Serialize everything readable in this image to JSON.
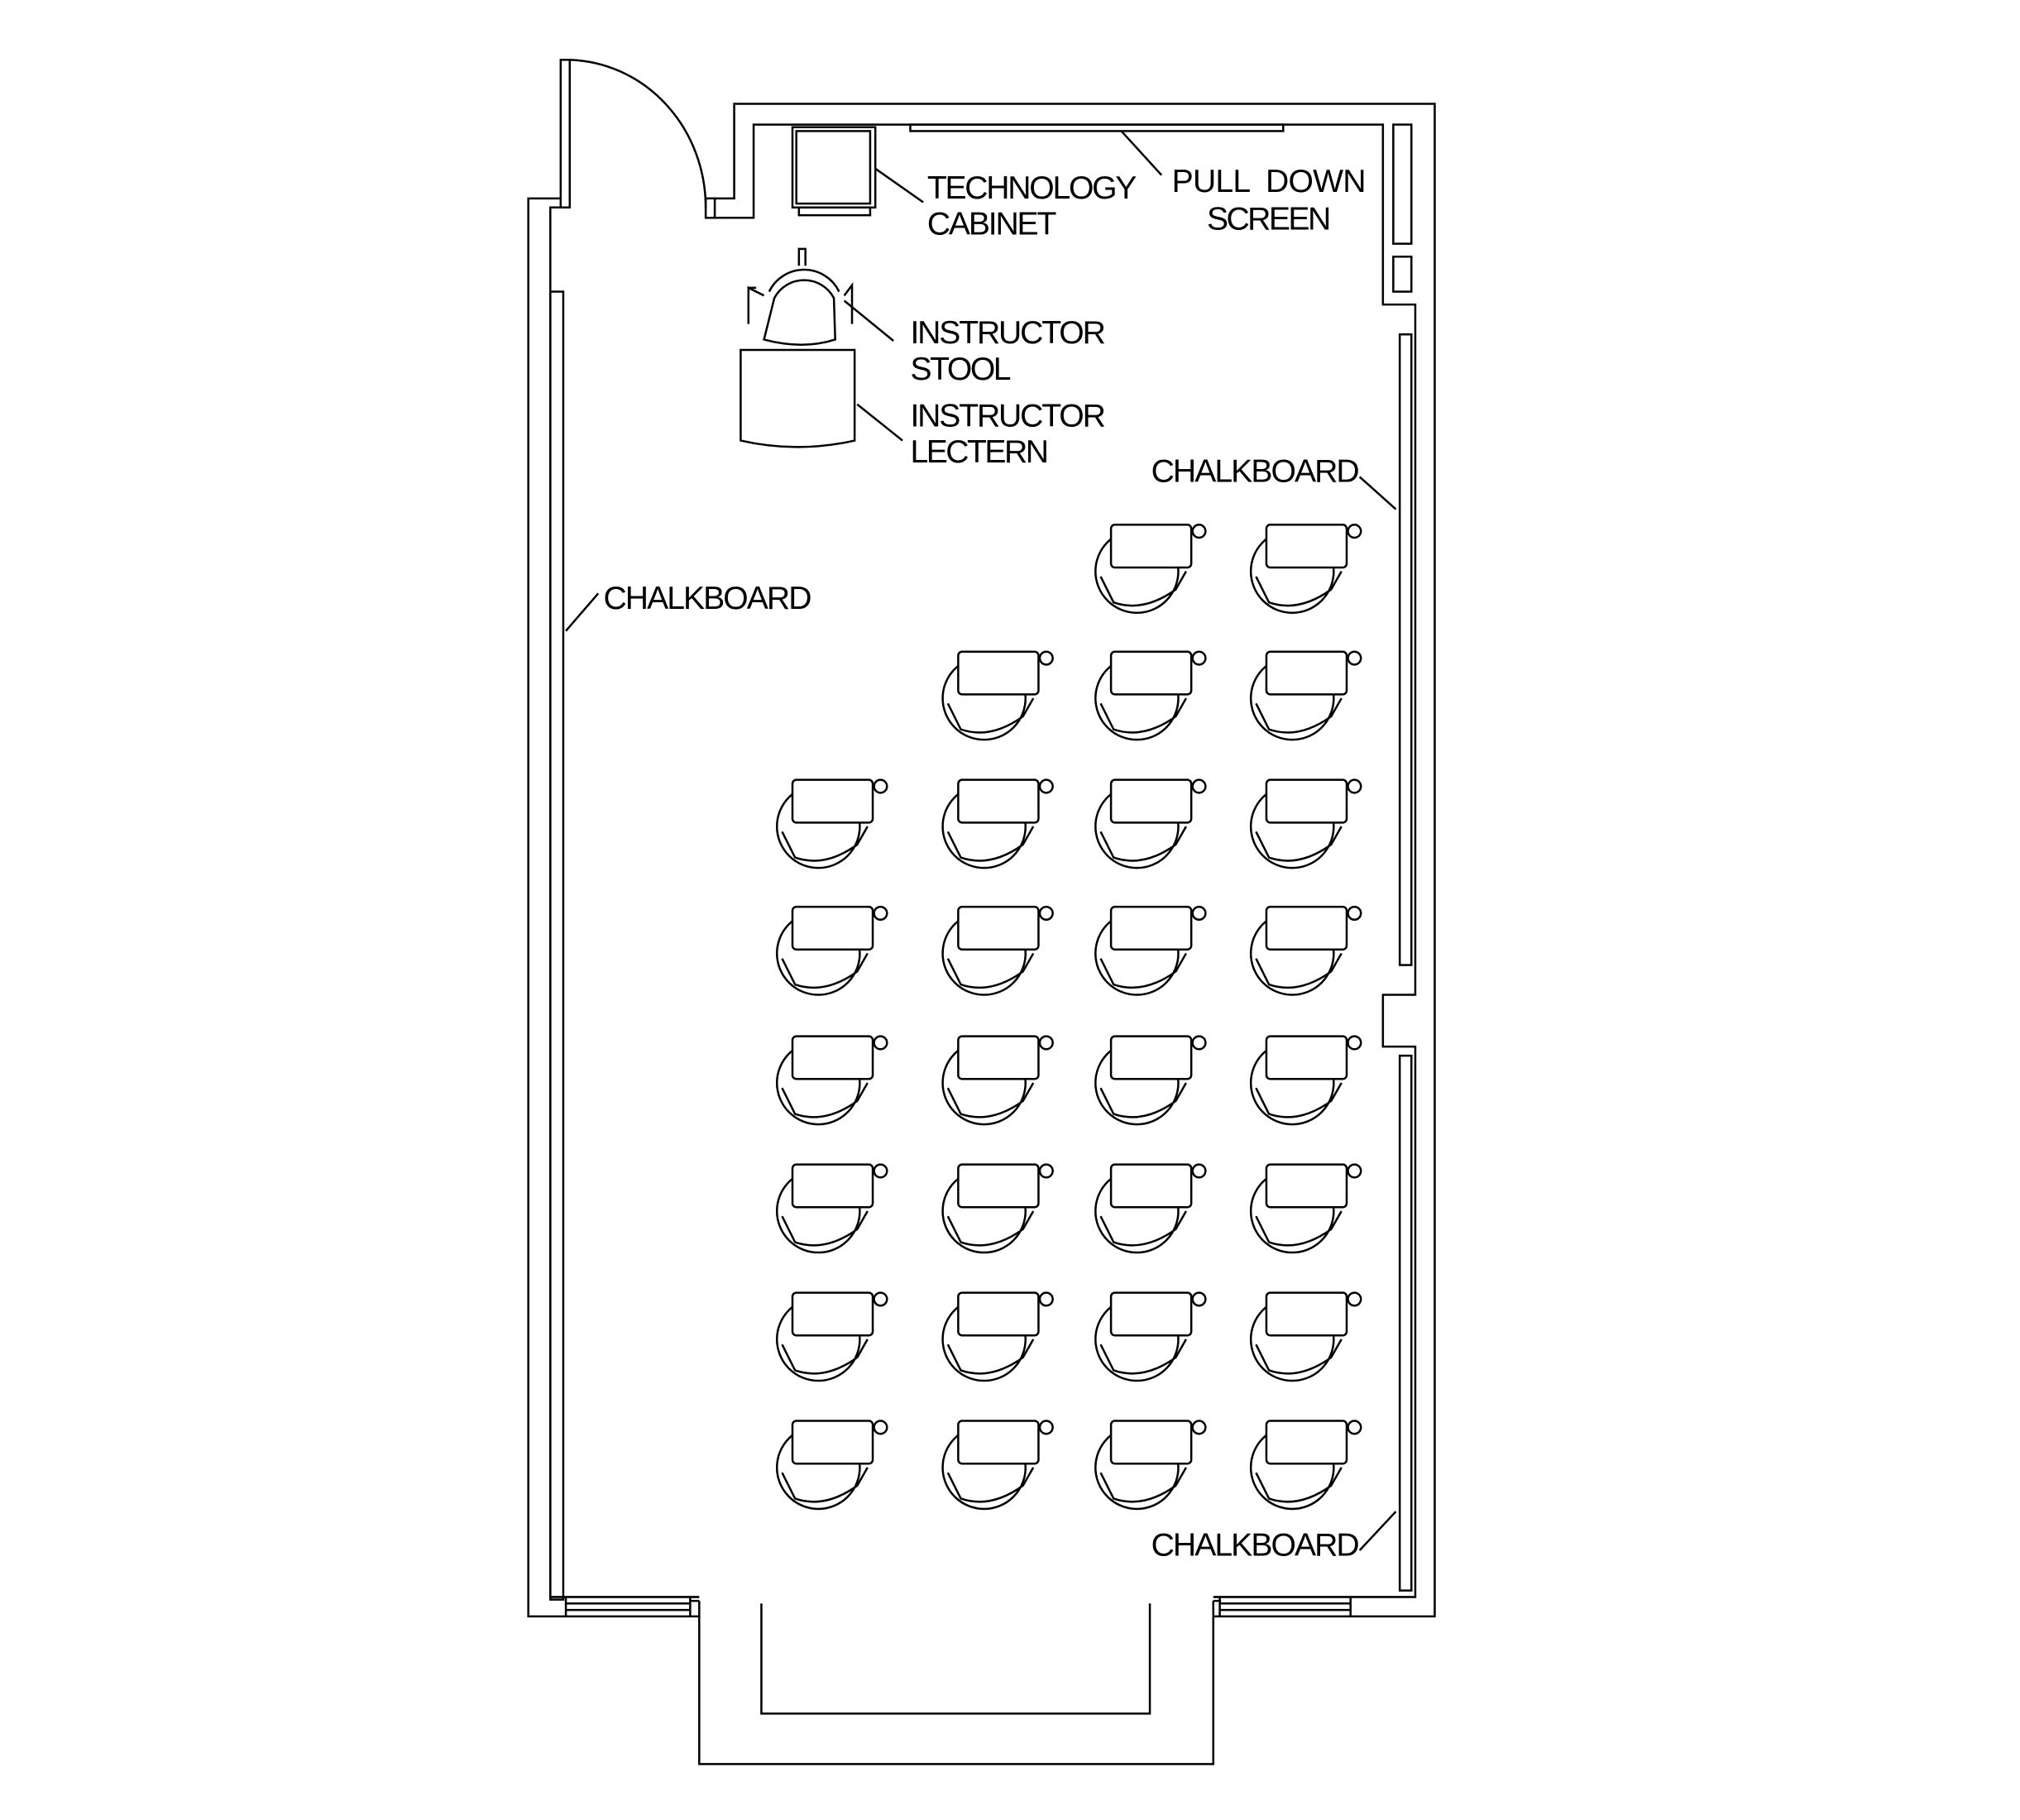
{
  "labels": {
    "technology_cabinet": [
      "TECHNOLOGY",
      "CABINET"
    ],
    "pull_down_screen": [
      "PULL  DOWN",
      "SCREEN"
    ],
    "instructor_stool": [
      "INSTRUCTOR",
      "STOOL"
    ],
    "instructor_lectern": [
      "INSTRUCTOR",
      "LECTERN"
    ],
    "chalkboard_left": "CHALKBOARD",
    "chalkboard_right_top": "CHALKBOARD",
    "chalkboard_right_bottom": "CHALKBOARD"
  },
  "seating": {
    "rows": [
      [
        false,
        false,
        true,
        true
      ],
      [
        false,
        true,
        true,
        true
      ],
      [
        true,
        true,
        true,
        true
      ],
      [
        true,
        true,
        true,
        true
      ],
      [
        true,
        true,
        true,
        true
      ],
      [
        true,
        true,
        true,
        true
      ],
      [
        true,
        true,
        true,
        true
      ],
      [
        true,
        true,
        true,
        true
      ]
    ]
  }
}
